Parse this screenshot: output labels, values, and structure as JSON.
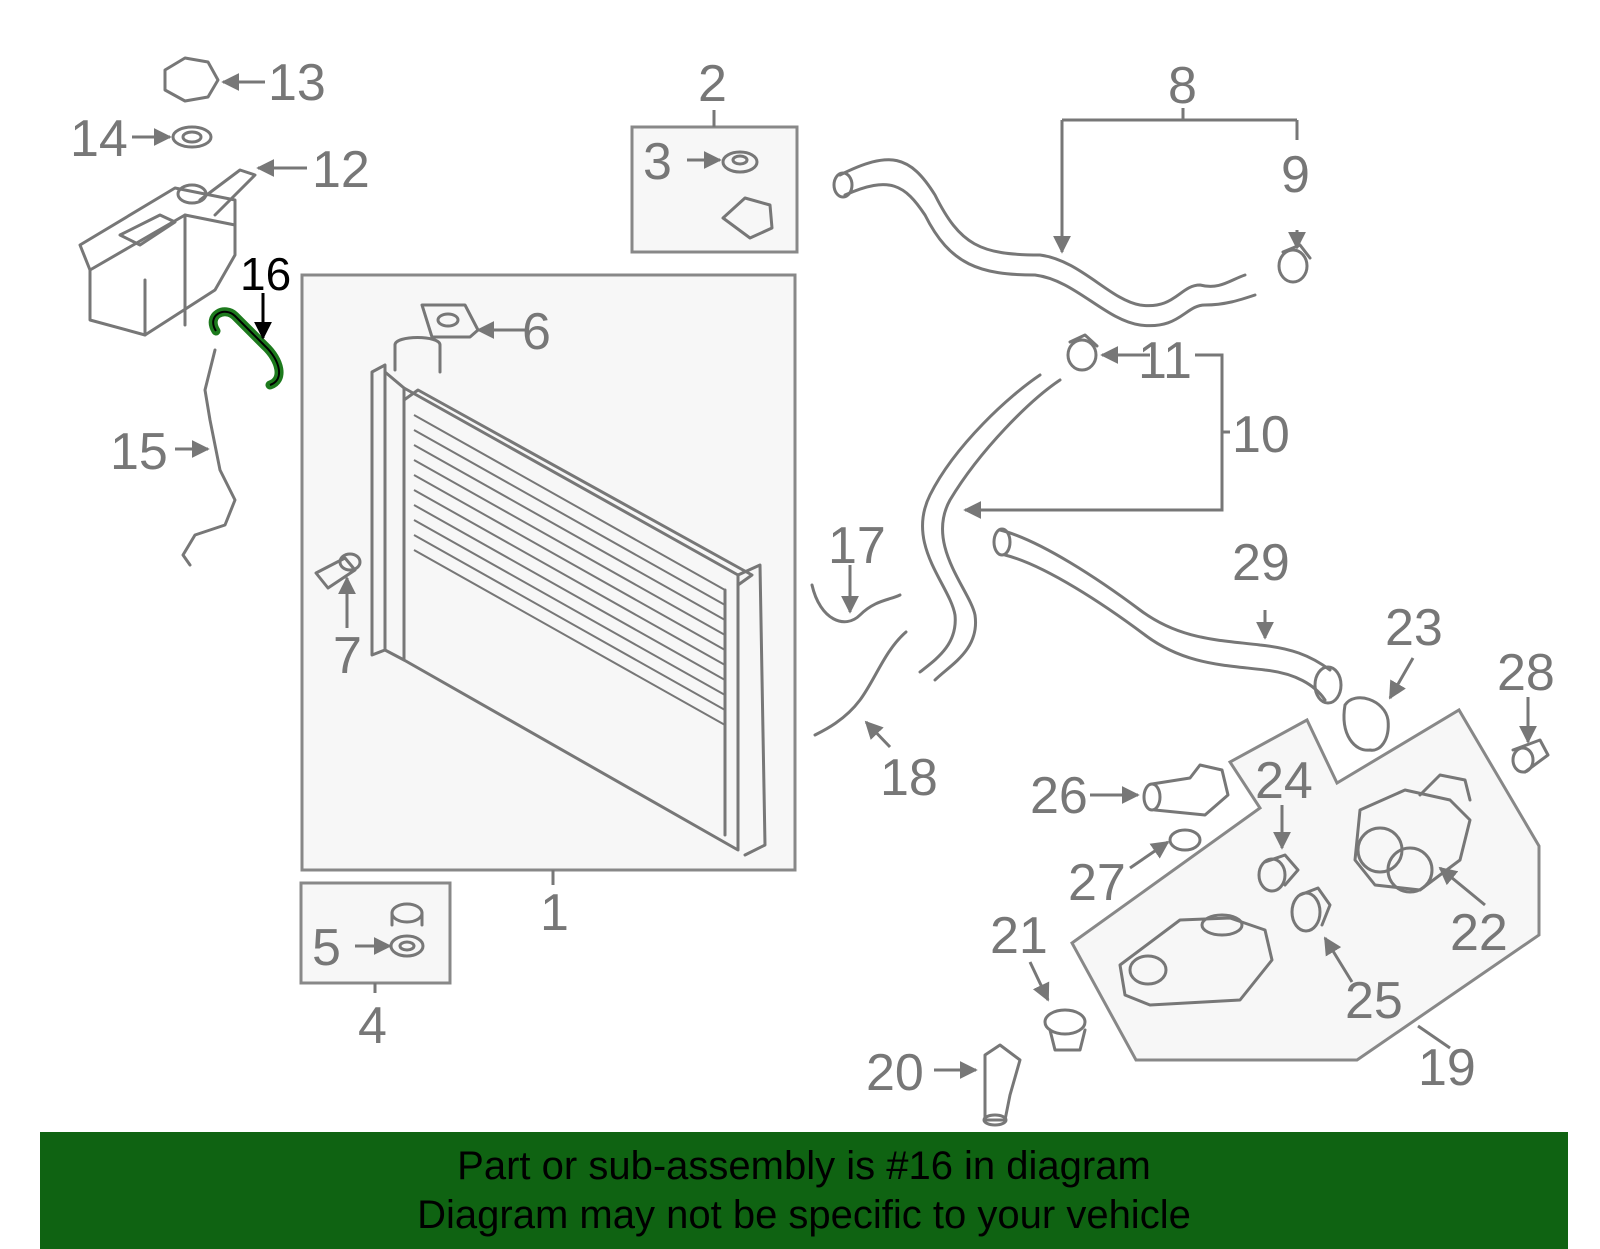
{
  "labels": {
    "p1": "1",
    "p2": "2",
    "p3": "3",
    "p4": "4",
    "p5": "5",
    "p6": "6",
    "p7": "7",
    "p8": "8",
    "p9": "9",
    "p10": "10",
    "p11": "11",
    "p12": "12",
    "p13": "13",
    "p14": "14",
    "p15": "15",
    "p16": "16",
    "p17": "17",
    "p18": "18",
    "p19": "19",
    "p20": "20",
    "p21": "21",
    "p22": "22",
    "p23": "23",
    "p24": "24",
    "p25": "25",
    "p26": "26",
    "p27": "27",
    "p28": "28",
    "p29": "29"
  },
  "highlight": {
    "part": "16",
    "color": "#1d7a1d"
  },
  "banner": {
    "line1": "Part or sub-assembly is #16 in diagram",
    "line2": "Diagram may not be specific to your vehicle",
    "background": "#0f6312"
  }
}
